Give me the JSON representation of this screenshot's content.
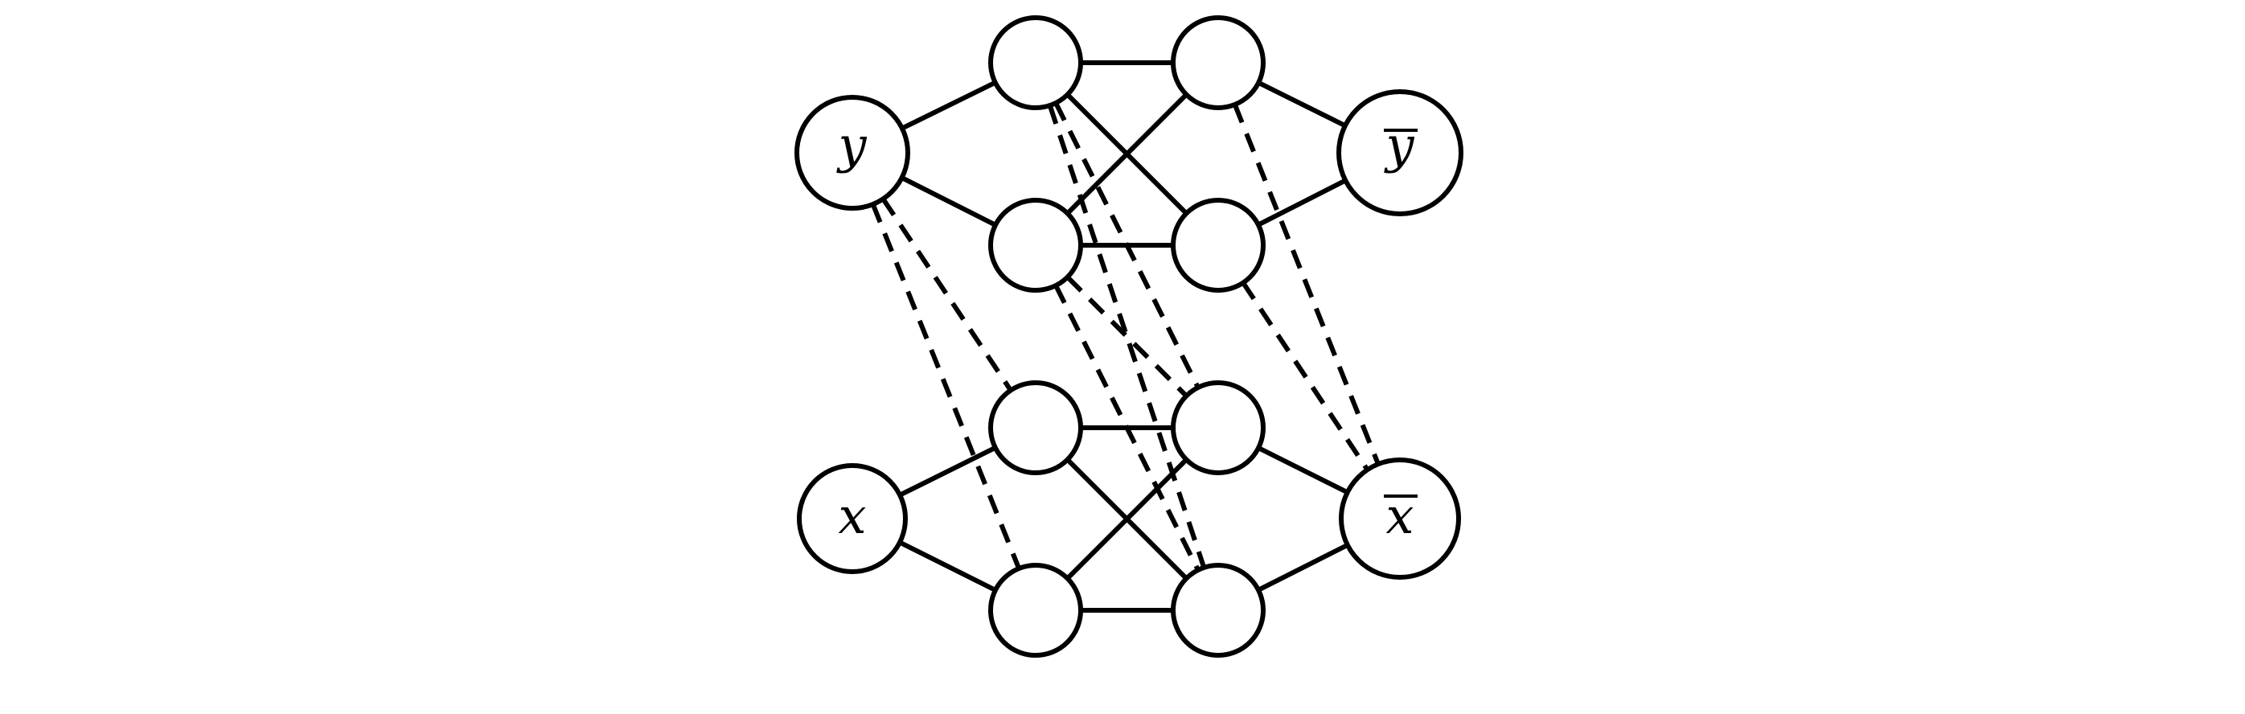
{
  "nodes": [
    {
      "id": "y",
      "label": "y",
      "bar": false
    },
    {
      "id": "ybar",
      "label": "y",
      "bar": true
    },
    {
      "id": "x",
      "label": "x",
      "bar": false
    },
    {
      "id": "xbar",
      "label": "x",
      "bar": true
    },
    {
      "id": "u1",
      "label": ""
    },
    {
      "id": "u2",
      "label": ""
    },
    {
      "id": "u3",
      "label": ""
    },
    {
      "id": "u4",
      "label": ""
    },
    {
      "id": "l1",
      "label": ""
    },
    {
      "id": "l2",
      "label": ""
    },
    {
      "id": "l3",
      "label": ""
    },
    {
      "id": "l4",
      "label": ""
    }
  ],
  "solid_edges": [
    [
      "y",
      "u1"
    ],
    [
      "y",
      "u3"
    ],
    [
      "u1",
      "u2"
    ],
    [
      "u3",
      "u4"
    ],
    [
      "u1",
      "u4"
    ],
    [
      "u3",
      "u2"
    ],
    [
      "u2",
      "ybar"
    ],
    [
      "u4",
      "ybar"
    ],
    [
      "x",
      "l1"
    ],
    [
      "x",
      "l3"
    ],
    [
      "l1",
      "l2"
    ],
    [
      "l3",
      "l4"
    ],
    [
      "l1",
      "l4"
    ],
    [
      "l3",
      "l2"
    ],
    [
      "l2",
      "xbar"
    ],
    [
      "l4",
      "xbar"
    ]
  ],
  "dashed_edges": [
    [
      "y",
      "l3"
    ],
    [
      "y",
      "l1"
    ],
    [
      "u1",
      "l4"
    ],
    [
      "u1",
      "l2"
    ],
    [
      "u3",
      "l4"
    ],
    [
      "u3",
      "l2"
    ],
    [
      "u2",
      "xbar"
    ],
    [
      "u4",
      "xbar"
    ]
  ]
}
